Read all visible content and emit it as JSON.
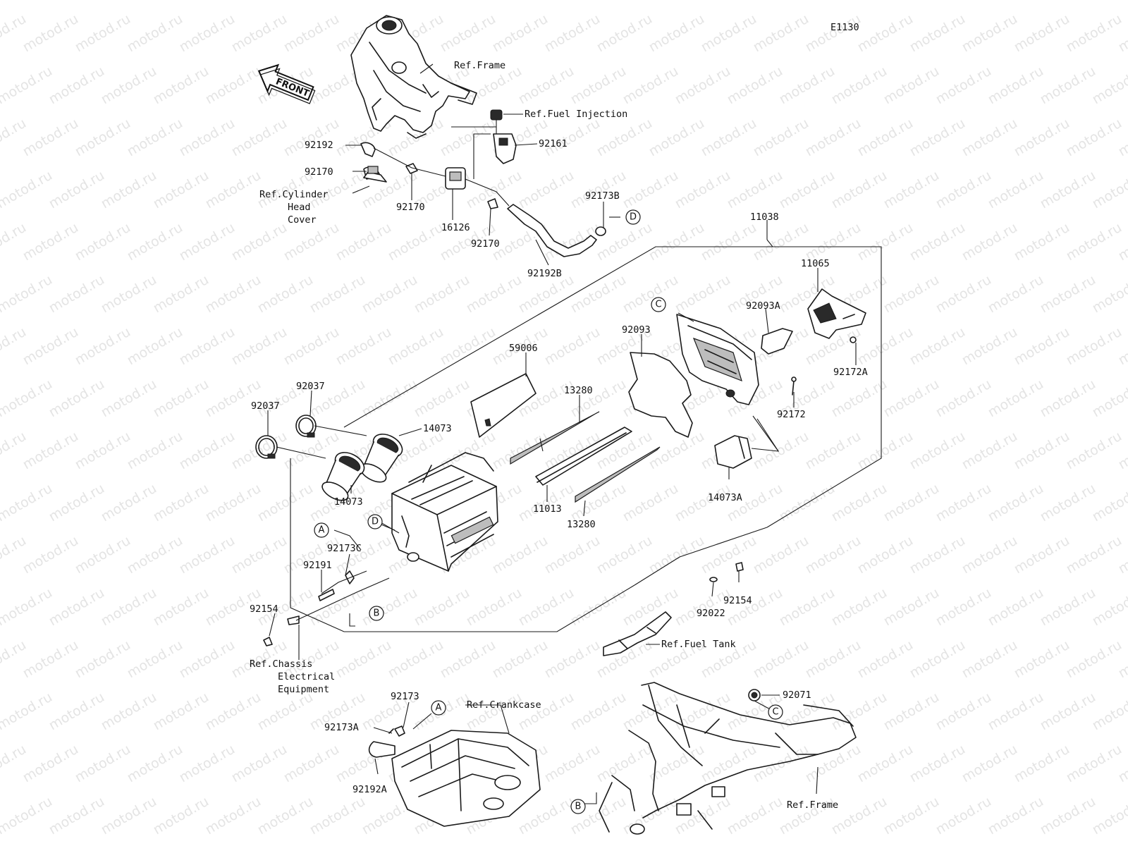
{
  "diagram_code": "E1130",
  "direction_label": "FRONT",
  "watermark": "motod.ru",
  "refs": {
    "frame_top": "Ref.Frame",
    "fuel_injection": "Ref.Fuel Injection",
    "cylinder_head_cover": [
      "Ref.Cylinder",
      "Head",
      "Cover"
    ],
    "fuel_tank": "Ref.Fuel Tank",
    "chassis_electrical": [
      "Ref.Chassis",
      "Electrical",
      "Equipment"
    ],
    "crankcase": "Ref.Crankcase",
    "frame_bottom": "Ref.Frame"
  },
  "parts": {
    "p92192": "92192",
    "p92170_a": "92170",
    "p92170_b": "92170",
    "p92170_c": "92170",
    "p92161": "92161",
    "p16126": "16126",
    "p92173B": "92173B",
    "p92192B": "92192B",
    "p11038": "11038",
    "p11065": "11065",
    "p92093A": "92093A",
    "p92093": "92093",
    "p92172A": "92172A",
    "p59006": "59006",
    "p13280_a": "13280",
    "p13280_b": "13280",
    "p92172": "92172",
    "p92037_a": "92037",
    "p92037_b": "92037",
    "p14073_a": "14073",
    "p14073_b": "14073",
    "p11013": "11013",
    "p14073A": "14073A",
    "p92173C": "92173C",
    "p92191": "92191",
    "p92154_a": "92154",
    "p92154_b": "92154",
    "p92022": "92022",
    "p92173": "92173",
    "p92173A": "92173A",
    "p92192A": "92192A",
    "p92071": "92071"
  },
  "callouts": {
    "A": "A",
    "B": "B",
    "C": "C",
    "D": "D"
  }
}
